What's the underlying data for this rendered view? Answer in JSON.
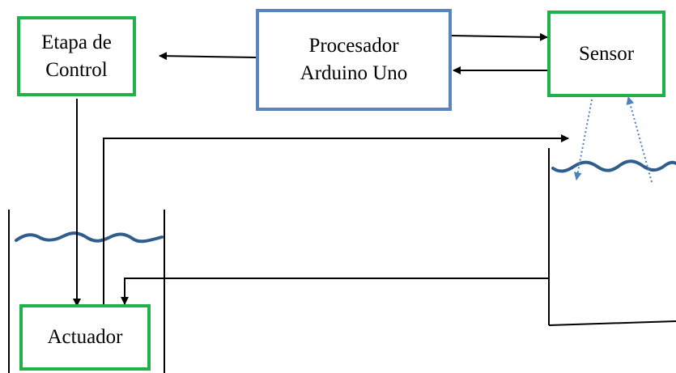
{
  "diagram": {
    "nodes": {
      "control": {
        "label": "Etapa de\nControl",
        "border_color": "#1fb24a"
      },
      "processor": {
        "label": "Procesador\nArduino Uno",
        "border_color": "#5b83bd"
      },
      "sensor": {
        "label": "Sensor",
        "border_color": "#1fb24a"
      },
      "actuator": {
        "label": "Actuador",
        "border_color": "#1fb24a"
      }
    },
    "edges": [
      {
        "from": "processor",
        "to": "control",
        "style": "solid"
      },
      {
        "from": "processor",
        "to": "sensor",
        "style": "solid"
      },
      {
        "from": "sensor",
        "to": "processor",
        "style": "solid"
      },
      {
        "from": "control",
        "to": "actuator",
        "style": "solid"
      },
      {
        "from": "actuator",
        "to": "right-tank",
        "style": "solid"
      },
      {
        "from": "right-tank",
        "to": "actuator",
        "style": "solid"
      },
      {
        "from": "sensor",
        "to": "water-surface",
        "style": "dotted"
      },
      {
        "from": "water-surface",
        "to": "sensor",
        "style": "dotted"
      }
    ],
    "colors": {
      "line": "#000000",
      "water": "#2f5d8c",
      "signal": "#4f81bd"
    }
  }
}
